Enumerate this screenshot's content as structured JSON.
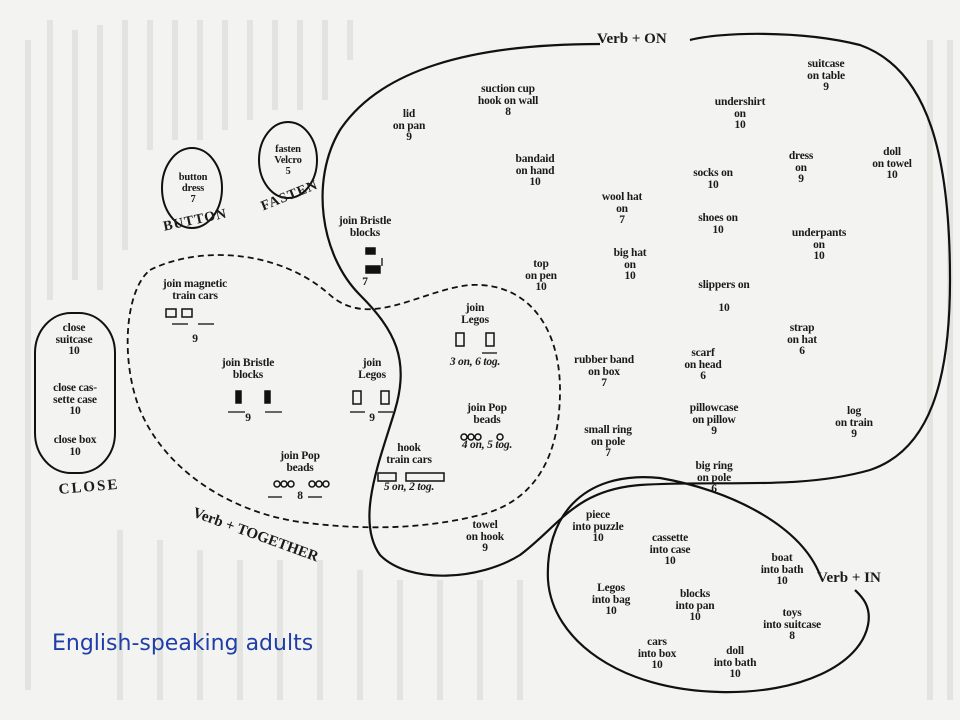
{
  "caption": "English-speaking adults",
  "groups": {
    "verb_on": "Verb + ON",
    "verb_in": "Verb + IN",
    "verb_together": "Verb + TOGETHER",
    "button": "BUTTON",
    "fasten": "FASTEN",
    "close": "CLOSE"
  },
  "items": {
    "suitcase_table": [
      "suitcase",
      "on table",
      "9"
    ],
    "suction_cup": [
      "suction cup",
      "hook on wall",
      "8"
    ],
    "lid_on_pan": [
      "lid",
      "on pan",
      "9"
    ],
    "undershirt_on": [
      "undershirt",
      "on",
      "10"
    ],
    "doll_on_towel": [
      "doll",
      "on towel",
      "10"
    ],
    "dress_on": [
      "dress",
      "on",
      "9"
    ],
    "bandaid": [
      "bandaid",
      "on hand",
      "10"
    ],
    "socks_on": [
      "socks on",
      "10"
    ],
    "wool_hat": [
      "wool hat",
      "on",
      "7"
    ],
    "shoes_on": [
      "shoes on",
      "10"
    ],
    "underpants_on": [
      "underpants",
      "on",
      "10"
    ],
    "top_on_pen": [
      "top",
      "on pen",
      "10"
    ],
    "big_hat": [
      "big hat",
      "on",
      "10"
    ],
    "slippers_on": [
      "slippers on",
      "10"
    ],
    "strap_on_hat": [
      "strap",
      "on hat",
      "6"
    ],
    "rubber_band": [
      "rubber band",
      "on box",
      "7"
    ],
    "scarf_on_head": [
      "scarf",
      "on head",
      "6"
    ],
    "pillowcase": [
      "pillowcase",
      "on pillow",
      "9"
    ],
    "log_on_train": [
      "log",
      "on train",
      "9"
    ],
    "small_ring": [
      "small ring",
      "on pole",
      "7"
    ],
    "big_ring": [
      "big ring",
      "on pole",
      "6"
    ],
    "towel_on_hook": [
      "towel",
      "on hook",
      "9"
    ],
    "button_dress": [
      "button",
      "dress",
      "7"
    ],
    "fasten_velcro": [
      "fasten",
      "Velcro",
      "5"
    ],
    "join_bristle_top": [
      "join Bristle",
      "blocks",
      "7"
    ],
    "join_magnetic": [
      "join magnetic",
      "train cars",
      "9"
    ],
    "join_legos_big": [
      "join",
      "Legos",
      "3 on, 6 tog."
    ],
    "join_bristle_mid": [
      "join Bristle",
      "blocks",
      "9"
    ],
    "join_legos_small": [
      "join",
      "Legos",
      "9"
    ],
    "join_pop_right": [
      "join Pop",
      "beads",
      "4 on, 5 tog."
    ],
    "hook_train": [
      "hook",
      "train cars",
      "5 on, 2 tog."
    ],
    "join_pop_left": [
      "join Pop",
      "beads",
      "8"
    ],
    "close_suitcase": [
      "close",
      "suitcase",
      "10"
    ],
    "close_cassette": [
      "close cas-",
      "sette case",
      "10"
    ],
    "close_box": [
      "close box",
      "10"
    ],
    "piece_puzzle": [
      "piece",
      "into puzzle",
      "10"
    ],
    "cassette_case": [
      "cassette",
      "into case",
      "10"
    ],
    "boat_bath": [
      "boat",
      "into bath",
      "10"
    ],
    "legos_bag": [
      "Legos",
      "into bag",
      "10"
    ],
    "blocks_pan": [
      "blocks",
      "into pan",
      "10"
    ],
    "toys_suitcase": [
      "toys",
      "into suitcase",
      "8"
    ],
    "cars_box": [
      "cars",
      "into box",
      "10"
    ],
    "doll_bath": [
      "doll",
      "into bath",
      "10"
    ]
  }
}
